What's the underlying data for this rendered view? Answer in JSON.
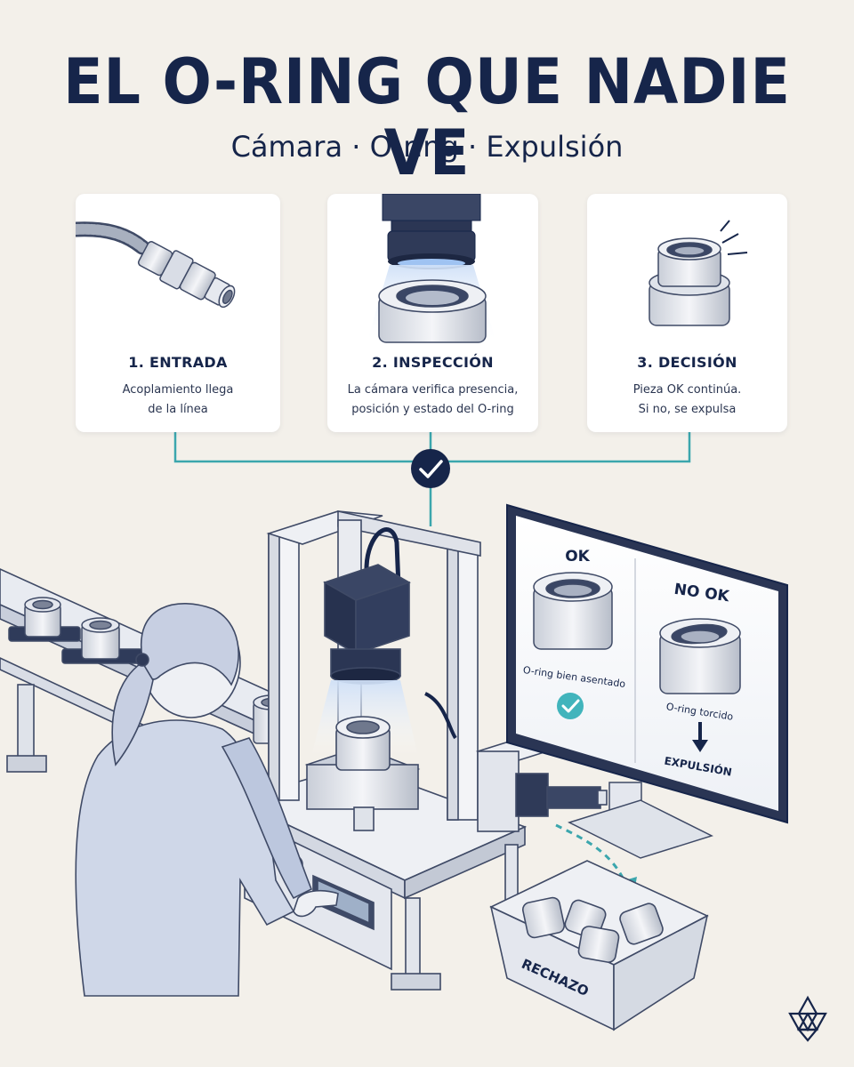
{
  "title": "EL O-RING QUE NADIE VE",
  "subtitle": "Cámara · O-ring · Expulsión",
  "steps": [
    {
      "title": "1. ENTRADA",
      "desc_line1": "Acoplamiento llega",
      "desc_line2": "de la línea"
    },
    {
      "title": "2. INSPECCIÓN",
      "desc_line1": "La cámara verifica presencia,",
      "desc_line2": "posición y estado del O-ring"
    },
    {
      "title": "3. DECISIÓN",
      "desc_line1": "Pieza OK continúa.",
      "desc_line2": "Si no, se expulsa"
    }
  ],
  "monitor": {
    "ok_label": "OK",
    "ok_caption": "O-ring bien asentado",
    "nok_label": "NO OK",
    "nok_caption": "O-ring torcido",
    "eject_label": "EXPULSIÓN"
  },
  "bin_label": "RECHAZO",
  "colors": {
    "navy": "#16254a",
    "teal": "#3ba6ad",
    "background": "#f3f0ea",
    "ok_badge": "#41b4bc"
  },
  "icons": {
    "check_badge": "check-circle-icon",
    "ok_badge": "check-circle-icon",
    "eject_arrow": "arrow-down-icon",
    "logo": "flower-logo-icon"
  }
}
